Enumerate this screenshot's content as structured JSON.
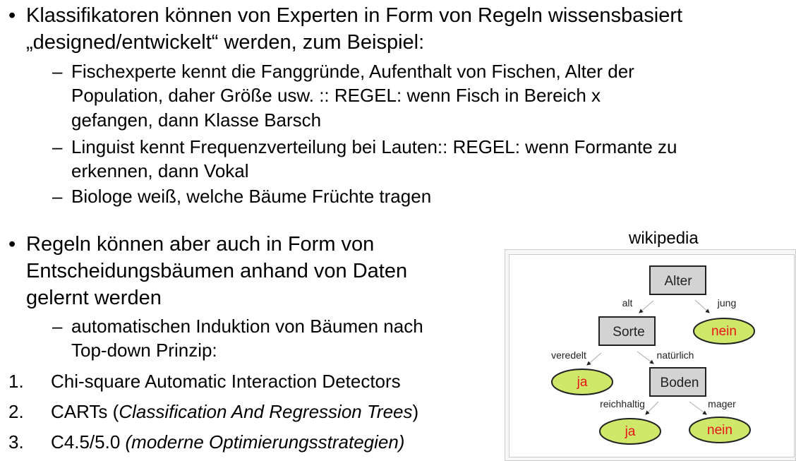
{
  "bullet1": {
    "lines": [
      "Klassifikatoren können von Experten in Form von Regeln wissensbasiert",
      "„designed/entwickelt“ werden, zum Beispiel:"
    ],
    "sub": [
      {
        "lines": [
          "Fischexperte kennt die Fanggründe, Aufenthalt von Fischen, Alter der",
          "Population, daher Größe usw. :: REGEL: wenn Fisch in Bereich x",
          "gefangen, dann Klasse Barsch"
        ]
      },
      {
        "lines": [
          "Linguist kennt Frequenzverteilung bei Lauten:: REGEL: wenn Formante zu",
          "erkennen, dann Vokal"
        ]
      },
      {
        "lines": [
          "Biologe weiß, welche Bäume Früchte tragen"
        ]
      }
    ]
  },
  "bullet2": {
    "lines": [
      "Regeln können aber auch in Form von",
      "Entscheidungsbäumen anhand von Daten",
      "gelernt werden"
    ],
    "sub": [
      {
        "lines": [
          "automatischen Induktion von Bäumen nach",
          "Top-down Prinzip:"
        ]
      }
    ]
  },
  "numbered": [
    {
      "num": "1.",
      "text": "Chi-square Automatic Interaction Detectors",
      "italic": ""
    },
    {
      "num": "2.",
      "text": "CARTs (",
      "italic": "Classification And Regression Trees",
      "after": ")"
    },
    {
      "num": "3.",
      "text": "C4.5/5.0 ",
      "italic": "(moderne Optimierungsstrategien)"
    }
  ],
  "figure": {
    "caption": "wikipedia",
    "nodes": {
      "alter": "Alter",
      "sorte": "Sorte",
      "boden": "Boden",
      "leaf1": "nein",
      "leaf2": "ja",
      "leaf3": "ja",
      "leaf4": "nein"
    },
    "edges": {
      "alt": "alt",
      "jung": "jung",
      "veredelt": "veredelt",
      "natuerlich": "natürlich",
      "reichhaltig": "reichhaltig",
      "mager": "mager"
    },
    "colors": {
      "box": "#d3d3d3",
      "leaf": "#cfe86a",
      "leaf_text": "#e8141a"
    }
  }
}
